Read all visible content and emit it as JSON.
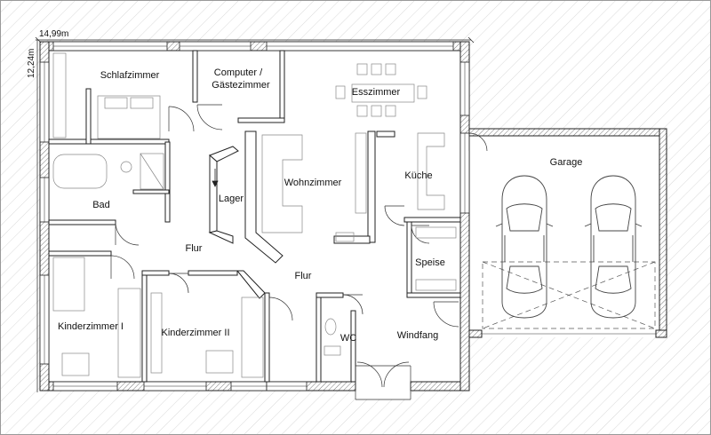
{
  "dimensions": {
    "width": "14,99m",
    "depth": "12,24m"
  },
  "rooms": {
    "schlafzimmer": "Schlafzimmer",
    "computer_line1": "Computer /",
    "computer_line2": "Gästezimmer",
    "esszimmer": "Esszimmer",
    "bad": "Bad",
    "lager": "Lager",
    "wohnzimmer": "Wohnzimmer",
    "kueche": "Küche",
    "garage": "Garage",
    "flur_1": "Flur",
    "flur_2": "Flur",
    "speise": "Speise",
    "kinderzimmer_1": "Kinderzimmer I",
    "kinderzimmer_2": "Kinderzimmer II",
    "wc": "WC",
    "windfang": "Windfang"
  },
  "colors": {
    "wall_fill": "#ffffff",
    "wall_stroke": "#222222",
    "hatch": "#b5b5b5",
    "line": "#333333",
    "furniture": "#888888"
  }
}
